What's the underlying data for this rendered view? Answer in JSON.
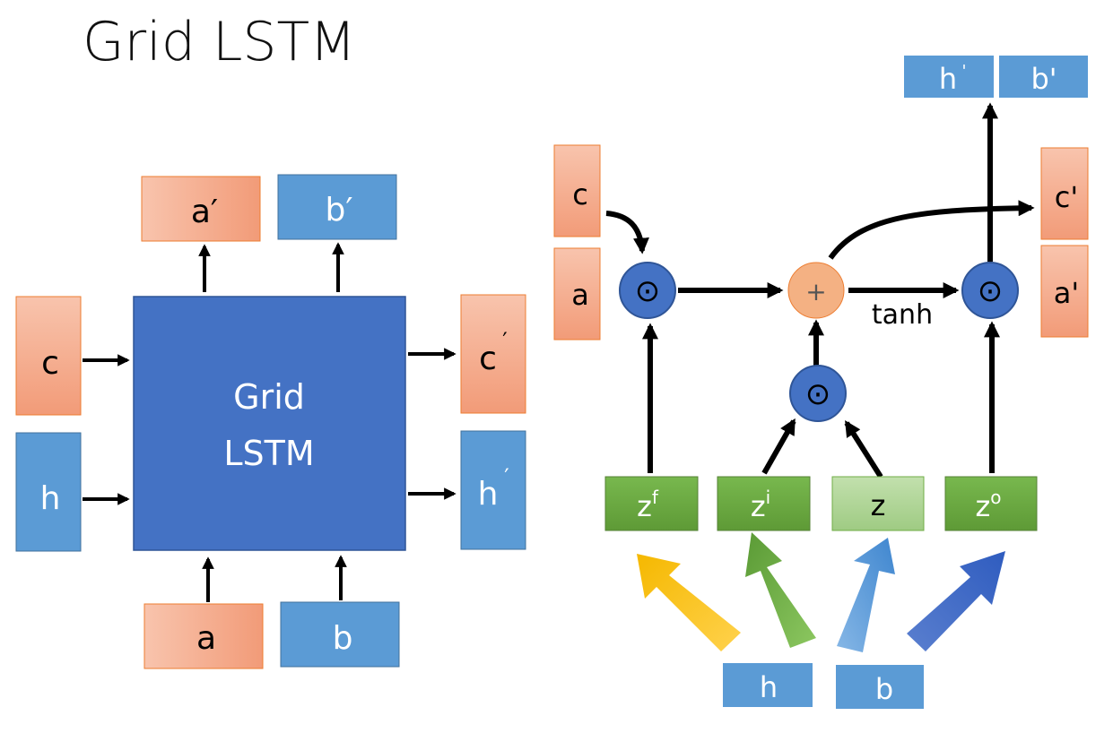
{
  "title": "Grid LSTM",
  "colors": {
    "orange_light": "#f8c3ab",
    "orange_dark": "#f2956f",
    "orange_border": "#ed7d31",
    "blue_box": "#5b9bd5",
    "blue_block": "#4472c4",
    "blue_block_border": "#2f5597",
    "green": "#70ad47",
    "green_dark": "#548235",
    "green_light": "#a9d18e",
    "gate_fill": "#4472c4",
    "gate_stroke": "#2f5597",
    "plus_fill": "#f4b183",
    "arrow_yellow": "#ffc000",
    "arrow_green": "#70ad47",
    "arrow_lightblue": "#5b9bd5",
    "arrow_blue": "#4472c4"
  },
  "left_block": {
    "label_line1": "Grid",
    "label_line2": "LSTM",
    "inputs": {
      "c": "c",
      "h": "h",
      "a": "a",
      "b": "b"
    },
    "outputs": {
      "a_prime": "a′",
      "b_prime": "b′",
      "c_prime": "c",
      "h_prime": "h"
    },
    "prime_mark": "′"
  },
  "right_diagram": {
    "inputs": {
      "c": "c",
      "a": "a",
      "h": "h",
      "b": "b"
    },
    "outputs": {
      "h_prime": "h",
      "b_prime": "b'",
      "c_prime": "c'",
      "a_prime": "a'"
    },
    "h_prime_mark": "'",
    "gate_symbol": "⊙",
    "plus_symbol": "+",
    "activation": "tanh",
    "gates": [
      {
        "base": "z",
        "sup": "f"
      },
      {
        "base": "z",
        "sup": "i"
      },
      {
        "base": "z",
        "sup": ""
      },
      {
        "base": "z",
        "sup": "o"
      }
    ]
  }
}
